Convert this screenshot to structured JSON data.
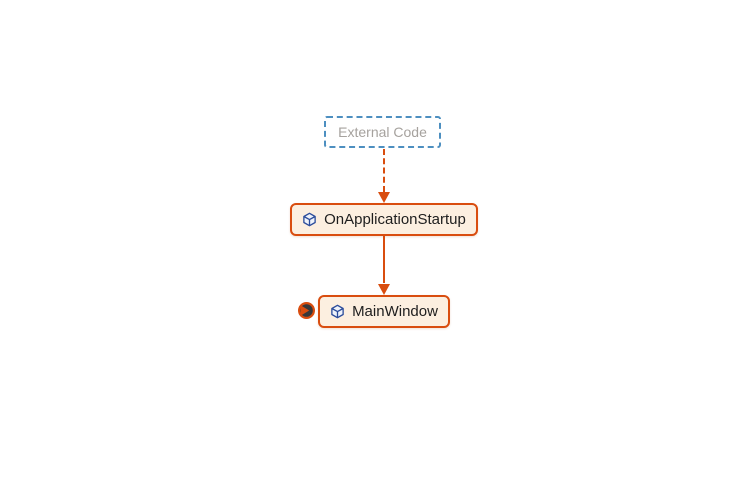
{
  "diagram": {
    "kind": "call-graph",
    "nodes": [
      {
        "id": "external-code",
        "label": "External Code",
        "type": "external-group"
      },
      {
        "id": "on-application-startup",
        "label": "OnApplicationStartup",
        "type": "method",
        "icon": "method-cube-icon"
      },
      {
        "id": "main-window",
        "label": "MainWindow",
        "type": "method",
        "icon": "method-cube-icon"
      }
    ],
    "edges": [
      {
        "from": "External Code",
        "to": "OnApplicationStartup",
        "style": "dashed",
        "direction": "down"
      },
      {
        "from": "OnApplicationStartup",
        "to": "MainWindow",
        "style": "solid",
        "direction": "down"
      }
    ],
    "badges": [
      {
        "id": "expand-incoming-calls",
        "attached_to": "MainWindow",
        "shape": "dark-circle-with-right-arrow"
      }
    ],
    "colors": {
      "background": "#ffffff",
      "accent_orange": "#d94d0f",
      "method_node_fill": "#fcefe0",
      "external_node_border": "#4d8fc0",
      "external_node_text": "#a6a29e",
      "method_node_text": "#1e1e1e",
      "badge_inner": "#36383b",
      "icon_blue": "#2b4c9b"
    }
  }
}
